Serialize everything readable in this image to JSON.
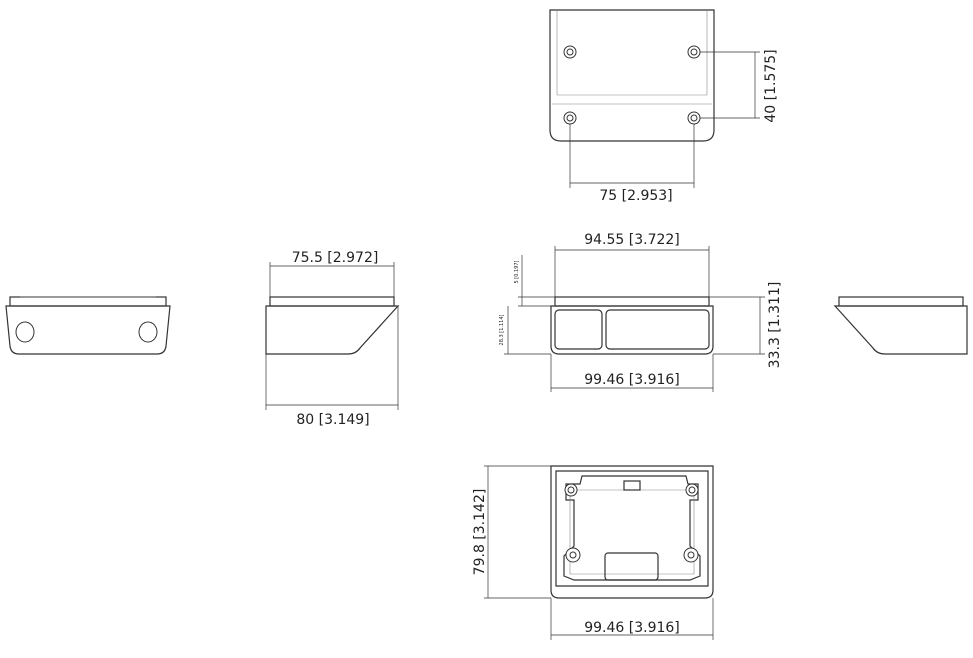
{
  "dimensions": {
    "top_hole_spacing_v": "40 [1.575]",
    "top_hole_spacing_h": "75 [2.953]",
    "side_top_width": "75.5 [2.972]",
    "side_bottom_width": "80 [3.149]",
    "front_top_width": "94.55 [3.722]",
    "front_bottom_width": "99.46 [3.916]",
    "front_height": "33.3 [1.311]",
    "front_small_top": "5 [0.197]",
    "front_small_body": "28.3 [1.114]",
    "bottom_depth": "79.8 [3.142]",
    "bottom_width": "99.46 [3.916]"
  }
}
